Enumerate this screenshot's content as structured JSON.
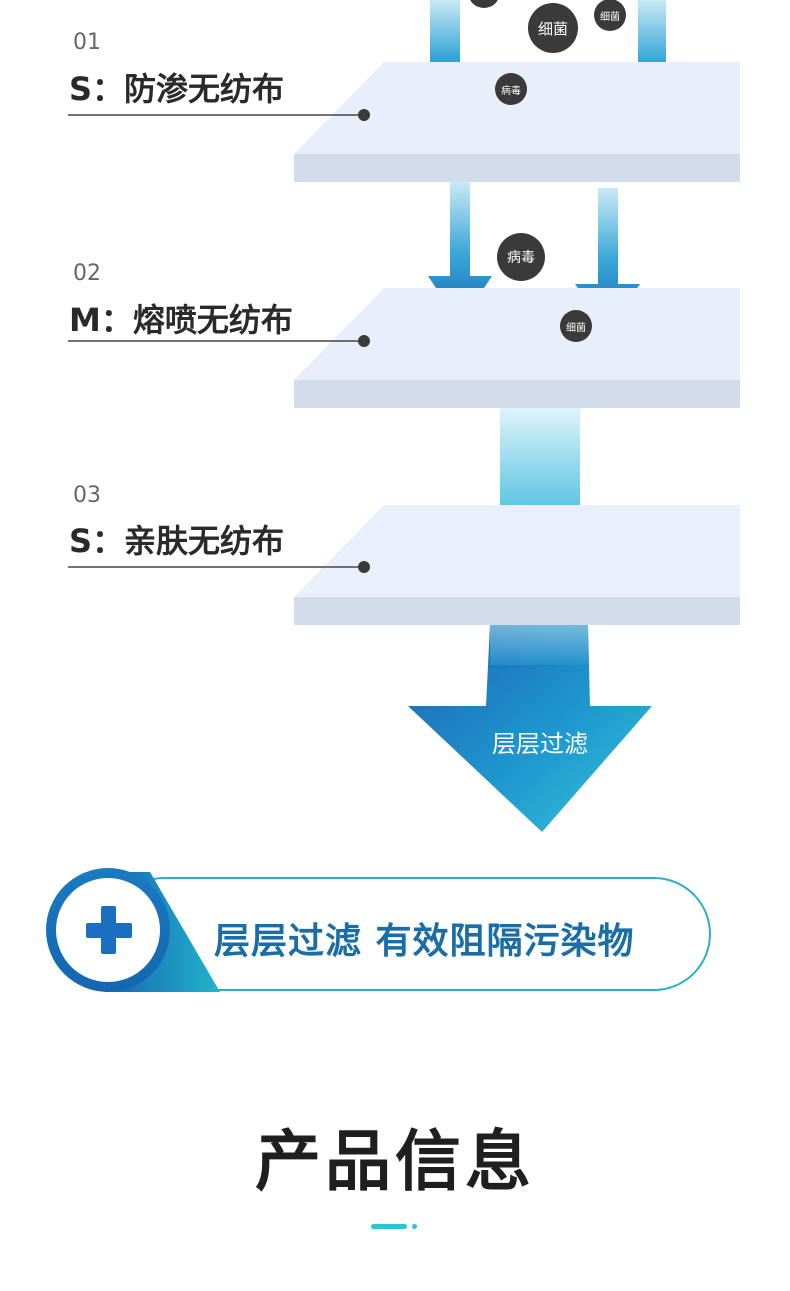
{
  "layers": [
    {
      "number": "01",
      "title": "S：防渗无纺布"
    },
    {
      "number": "02",
      "title": "M：熔喷无纺布"
    },
    {
      "number": "03",
      "title": "S：亲肤无纺布"
    }
  ],
  "particles": {
    "bacteria": "细菌",
    "virus": "病毒"
  },
  "arrow_label": "层层过滤",
  "banner": {
    "text": "层层过滤  有效阻隔污染物",
    "icon": "plus-icon"
  },
  "section_title": "产品信息",
  "colors": {
    "blue_dark": "#1565b0",
    "teal": "#28b4c8",
    "layer_top": "#e6eefa",
    "layer_side": "#d3dceb",
    "particle": "#3a3a3a",
    "accent": "#29c6d8"
  }
}
